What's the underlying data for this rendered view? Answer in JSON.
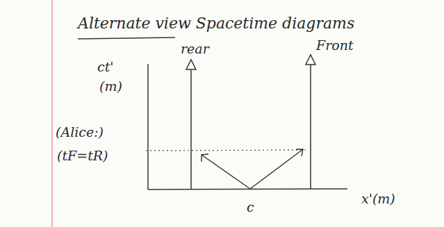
{
  "diagram": {
    "title": "Alternate view Spacetime diagrams",
    "labels": [
      "ct'",
      "(m)",
      "rear",
      "Front",
      "(Alice:)",
      "(tF=tR)",
      "c",
      "x'(m)"
    ]
  }
}
